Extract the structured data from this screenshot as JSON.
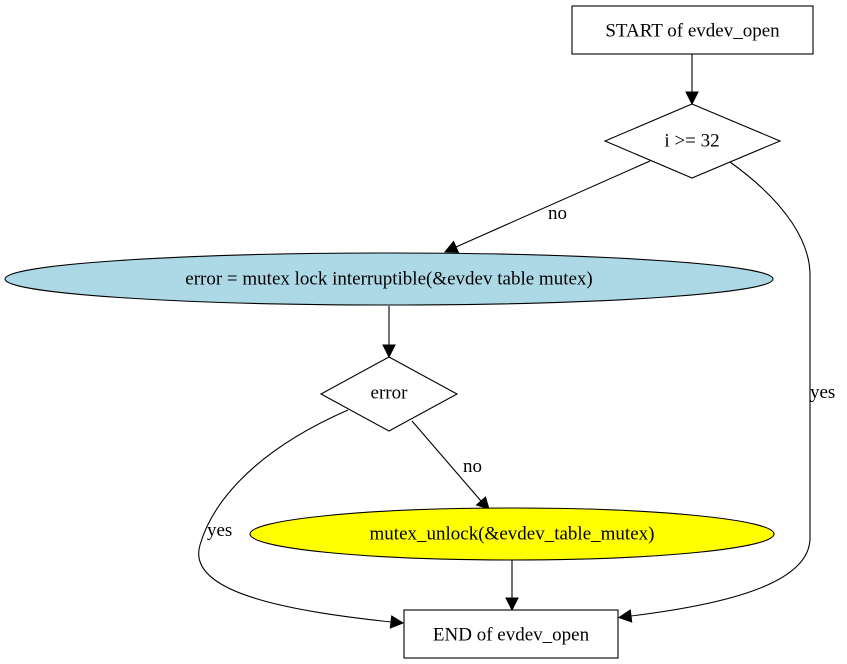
{
  "diagram": {
    "nodes": {
      "start": {
        "label": "START of evdev_open",
        "shape": "box"
      },
      "cond_i": {
        "label": "i >= 32",
        "shape": "diamond"
      },
      "lock": {
        "label": "error = mutex  lock  interruptible(&evdev  table  mutex)",
        "shape": "ellipse"
      },
      "cond_error": {
        "label": "error",
        "shape": "diamond"
      },
      "unlock": {
        "label": "mutex_unlock(&evdev_table_mutex)",
        "shape": "ellipse"
      },
      "end": {
        "label": "END of evdev_open",
        "shape": "box"
      }
    },
    "edges": {
      "i_no": {
        "from": "cond_i",
        "to": "lock",
        "label": "no"
      },
      "i_yes": {
        "from": "cond_i",
        "to": "end",
        "label": "yes"
      },
      "start_to_i": {
        "from": "start",
        "to": "cond_i",
        "label": ""
      },
      "lock_to_error": {
        "from": "lock",
        "to": "cond_error",
        "label": ""
      },
      "error_no": {
        "from": "cond_error",
        "to": "unlock",
        "label": "no"
      },
      "error_yes": {
        "from": "cond_error",
        "to": "end",
        "label": "yes"
      },
      "unlock_to_end": {
        "from": "unlock",
        "to": "end",
        "label": ""
      }
    },
    "colors": {
      "lock_fill": "#add8e6",
      "unlock_fill": "#ffff00",
      "box_fill": "#ffffff",
      "stroke": "#000000",
      "background": "#ffffff"
    }
  }
}
